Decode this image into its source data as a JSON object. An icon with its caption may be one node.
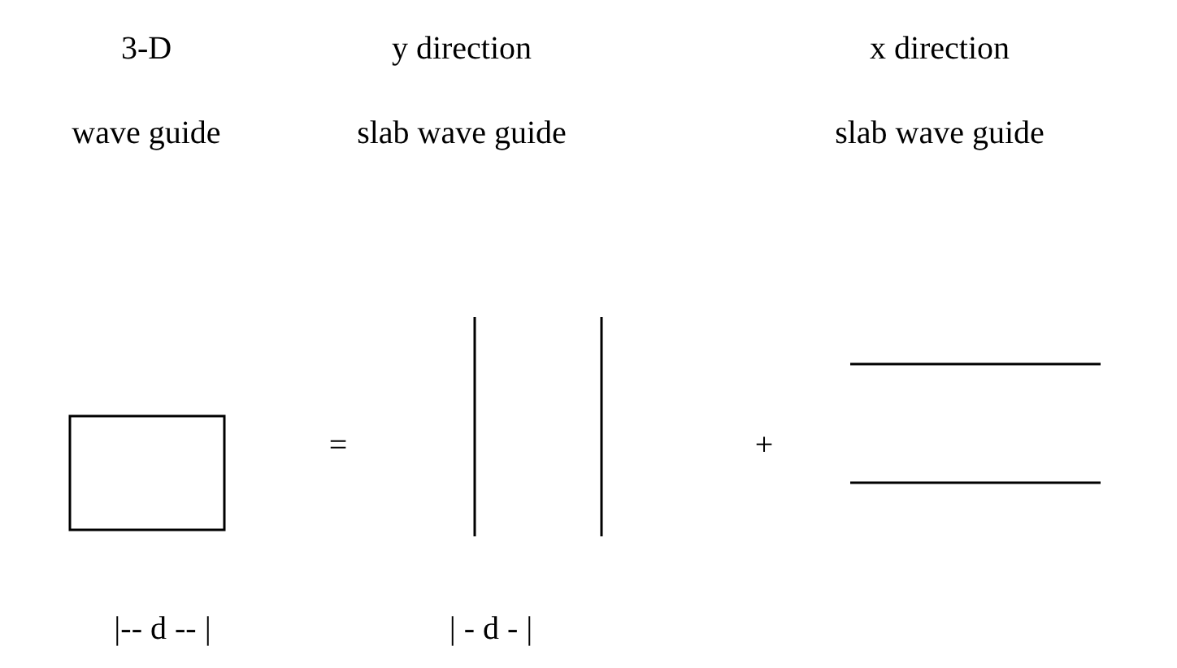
{
  "diagram": {
    "nodes": [
      {
        "text": [],
        "shape": "box"
      }
    ],
    "labels": [
      "3-D",
      "y direction",
      "x direction",
      "wave guide",
      "slab wave guide",
      "slab wave guide",
      "=",
      "+",
      "|-- d -- |",
      "| - d - |"
    ]
  }
}
